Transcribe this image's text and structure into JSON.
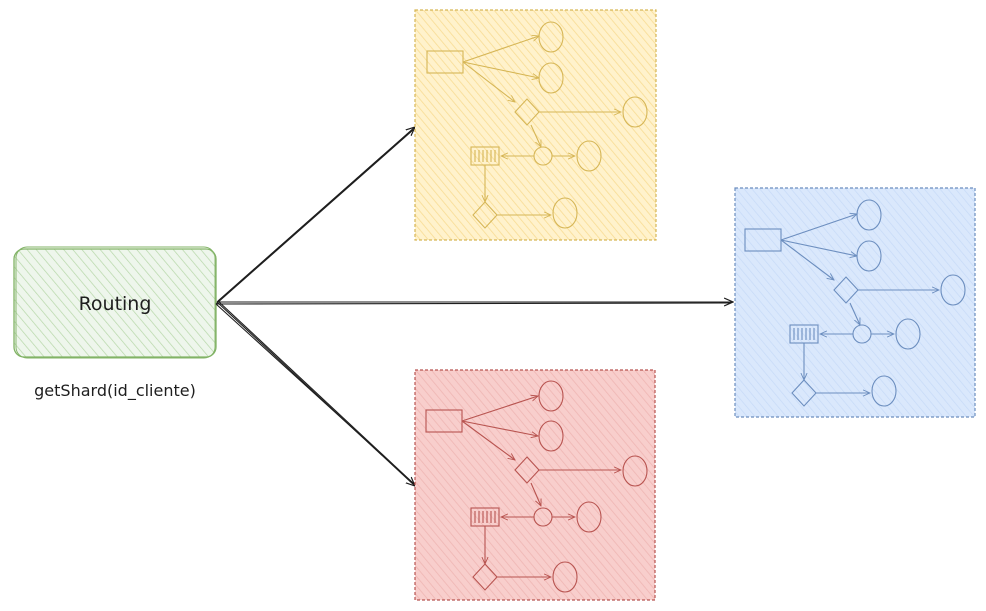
{
  "routing_node": {
    "label": "Routing",
    "caption": "getShard(id_cliente)",
    "stroke": "#82b366",
    "fill": "#d5e8d4"
  },
  "shards": [
    {
      "key": "shard-yellow",
      "stroke": "#d6b656",
      "fill": "#fff2cc"
    },
    {
      "key": "shard-blue",
      "stroke": "#6c8ebf",
      "fill": "#dae8fc"
    },
    {
      "key": "shard-red",
      "stroke": "#b85450",
      "fill": "#f8cecc"
    }
  ],
  "connector_color": "#1e1e1e"
}
